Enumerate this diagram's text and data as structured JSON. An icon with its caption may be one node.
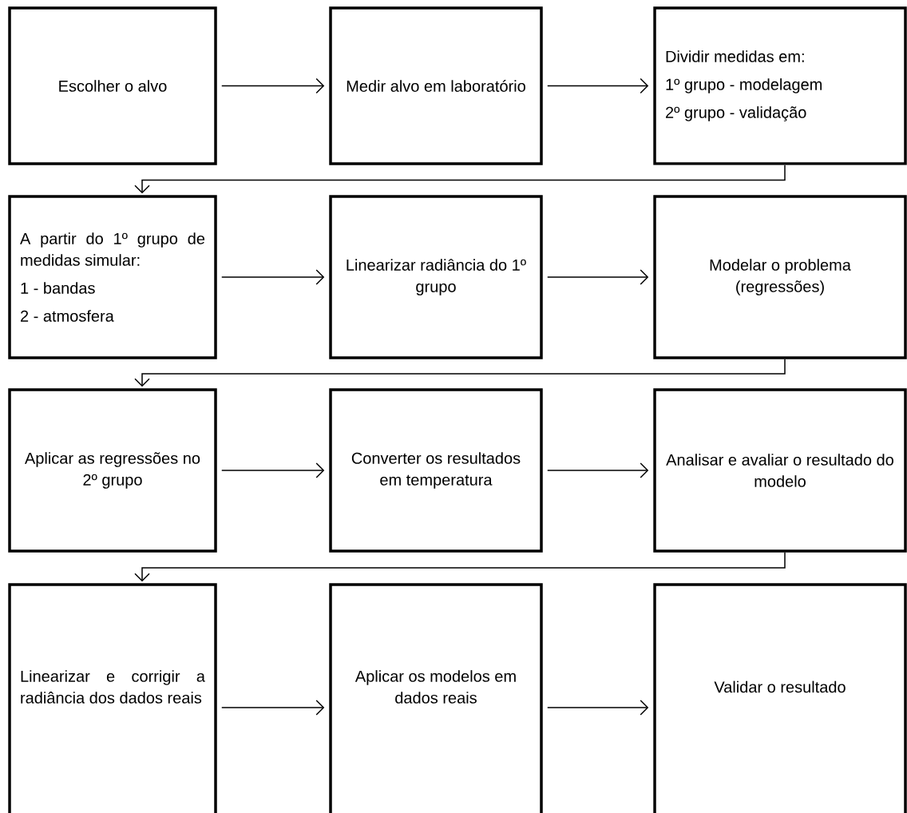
{
  "diagram": {
    "nodes": [
      {
        "text": [
          "Escolher o alvo"
        ]
      },
      {
        "text": [
          "Medir alvo em laboratório"
        ]
      },
      {
        "text": [
          "Dividir medidas em:",
          "1º  grupo  - modelagem",
          "2º  grupo  - validação"
        ]
      },
      {
        "text": [
          "A partir do 1º grupo de medidas simular:",
          "1 - bandas",
          "2 - atmosfera"
        ]
      },
      {
        "text": [
          "Linearizar radiância do 1º grupo"
        ]
      },
      {
        "text": [
          "Modelar o problema (regressões)"
        ]
      },
      {
        "text": [
          "Aplicar as regressões no 2º grupo"
        ]
      },
      {
        "text": [
          "Converter os resultados em temperatura"
        ]
      },
      {
        "text": [
          "Analisar e avaliar o resultado do modelo"
        ]
      },
      {
        "text": [
          "Linearizar e corrigir a radiância dos dados reais"
        ]
      },
      {
        "text": [
          "Aplicar os modelos  em dados  reais"
        ]
      },
      {
        "text": [
          "Validar o resultado"
        ]
      }
    ],
    "edges": [
      {
        "from": 0,
        "to": 1,
        "arrow": "to"
      },
      {
        "from": 1,
        "to": 2,
        "arrow": "to"
      },
      {
        "from": 2,
        "to": 3,
        "arrow": "to"
      },
      {
        "from": 3,
        "to": 4,
        "arrow": "to"
      },
      {
        "from": 4,
        "to": 5,
        "arrow": "to"
      },
      {
        "from": 5,
        "to": 6,
        "arrow": "to"
      },
      {
        "from": 6,
        "to": 7,
        "arrow": "to"
      },
      {
        "from": 7,
        "to": 8,
        "arrow": "to"
      },
      {
        "from": 8,
        "to": 9,
        "arrow": "to"
      },
      {
        "from": 9,
        "to": 10,
        "arrow": "to"
      },
      {
        "from": 10,
        "to": 11,
        "arrow": "to"
      }
    ]
  }
}
